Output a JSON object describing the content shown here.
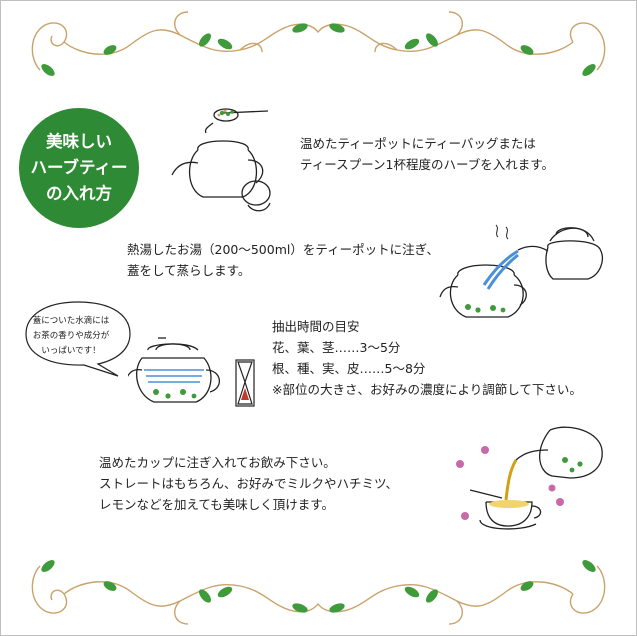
{
  "badge": {
    "lines": [
      "美味しい",
      "ハーブティー",
      "の入れ方"
    ]
  },
  "step1": {
    "lines": [
      "温めたティーポットにティーバッグまたは",
      "ティースプーン1杯程度のハーブを入れます。"
    ]
  },
  "step2": {
    "lines": [
      "熱湯したお湯（200〜500ml）をティーポットに注ぎ、",
      "蓋をして蒸らします。"
    ]
  },
  "step3": {
    "lines": [
      "抽出時間の目安",
      "花、葉、茎……3〜5分",
      "根、種、実、皮……5〜8分",
      "※部位の大きさ、お好みの濃度により調節して下さい。"
    ]
  },
  "bubble": {
    "lines": [
      "蓋についた水滴には",
      "お茶の香りや成分が",
      "いっぱいです！"
    ]
  },
  "step4": {
    "lines": [
      "温めたカップに注ぎ入れてお飲み下さい。",
      "ストレートはもちろん、お好みでミルクやハチミツ、",
      "レモンなどを加えても美味しく頂けます。"
    ]
  },
  "colors": {
    "badge_green": "#2f8a36",
    "leaf_green": "#3e9a3a",
    "vine_gold": "#c9a26a",
    "water_blue": "#4a90d9",
    "flower_pink": "#c86aa8"
  }
}
